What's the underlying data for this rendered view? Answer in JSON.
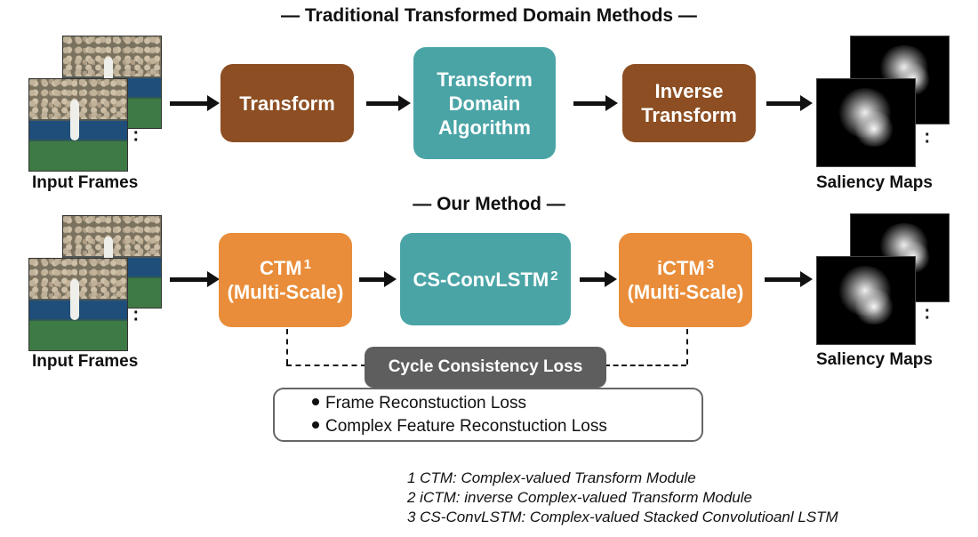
{
  "top_title": "— Traditional Transformed Domain Methods —",
  "bottom_title": "— Our Method —",
  "traditional": {
    "input_caption": "Input Frames",
    "output_caption": "Saliency Maps",
    "step1": "Transform",
    "step2": [
      "Transform",
      "Domain",
      "Algorithm"
    ],
    "step3": [
      "Inverse",
      "Transform"
    ]
  },
  "ours": {
    "input_caption": "Input Frames",
    "output_caption": "Saliency Maps",
    "ctm_line1": "CTM",
    "ctm_note": "1",
    "ctm_line2": "(Multi-Scale)",
    "cslstm": "CS-ConvLSTM",
    "cslstm_note": "2",
    "ictm_line1": "iCTM",
    "ictm_note": "3",
    "ictm_line2": "(Multi-Scale)",
    "cycle_loss": "Cycle Consistency Loss",
    "loss_items": [
      "Frame Reconstuction Loss",
      "Complex Feature Reconstuction Loss"
    ]
  },
  "footnotes": [
    "1  CTM: Complex-valued Transform Module",
    "2  iCTM: inverse Complex-valued Transform Module",
    "3 CS-ConvLSTM: Complex-valued Stacked Convolutioanl LSTM"
  ],
  "colors": {
    "brown": "#8c4e22",
    "teal": "#4aa4a6",
    "orange": "#e98d3a",
    "loss_gray": "#5e5e5e"
  }
}
